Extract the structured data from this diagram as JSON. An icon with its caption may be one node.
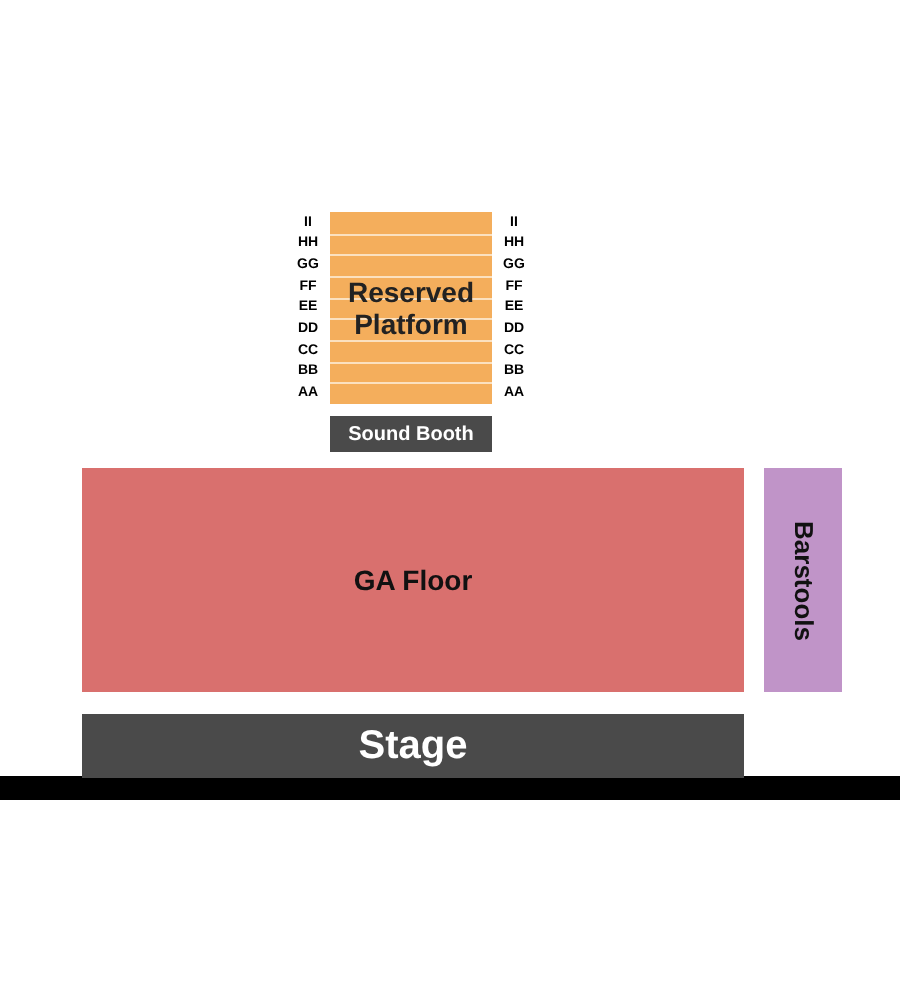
{
  "diagram": {
    "nodes": [
      {
        "text": [
          "Reserved Platform"
        ]
      },
      {
        "text": [
          "Sound Booth"
        ]
      },
      {
        "text": [
          "GA Floor"
        ]
      },
      {
        "text": [
          "Barstools"
        ]
      },
      {
        "text": [
          "Stage"
        ]
      }
    ],
    "labels": [
      "II",
      "II",
      "HH",
      "HH",
      "GG",
      "GG",
      "FF",
      "FF",
      "EE",
      "EE",
      "DD",
      "DD",
      "CC",
      "CC",
      "BB",
      "BB",
      "AA",
      "AA"
    ]
  }
}
